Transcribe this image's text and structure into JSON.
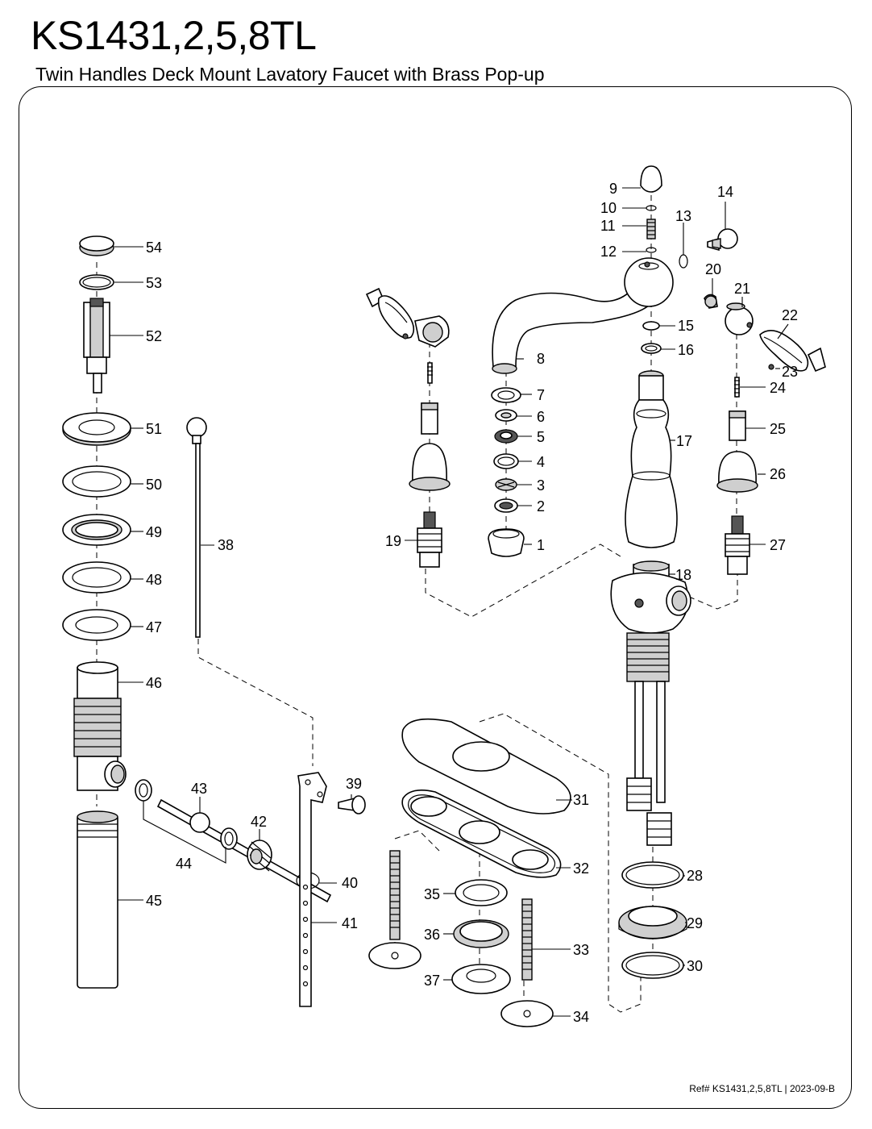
{
  "header": {
    "title": "KS1431,2,5,8TL",
    "subtitle": "Twin Handles Deck Mount Lavatory Faucet with Brass Pop-up"
  },
  "footer": {
    "reference": "Ref# KS1431,2,5,8TL | 2023-09-B"
  },
  "callouts": {
    "c1": "1",
    "c2": "2",
    "c3": "3",
    "c4": "4",
    "c5": "5",
    "c6": "6",
    "c7": "7",
    "c8": "8",
    "c9": "9",
    "c10": "10",
    "c11": "11",
    "c12": "12",
    "c13": "13",
    "c14": "14",
    "c15": "15",
    "c16": "16",
    "c17": "17",
    "c18": "18",
    "c19": "19",
    "c20": "20",
    "c21": "21",
    "c22": "22",
    "c23": "23",
    "c24": "24",
    "c25": "25",
    "c26": "26",
    "c27": "27",
    "c28": "28",
    "c29": "29",
    "c30": "30",
    "c31": "31",
    "c32": "32",
    "c33": "33",
    "c34": "34",
    "c35": "35",
    "c36": "36",
    "c37": "37",
    "c38": "38",
    "c39": "39",
    "c40": "40",
    "c41": "41",
    "c42": "42",
    "c43": "43",
    "c44": "44",
    "c45": "45",
    "c46": "46",
    "c47": "47",
    "c48": "48",
    "c49": "49",
    "c50": "50",
    "c51": "51",
    "c52": "52",
    "c53": "53",
    "c54": "54"
  }
}
